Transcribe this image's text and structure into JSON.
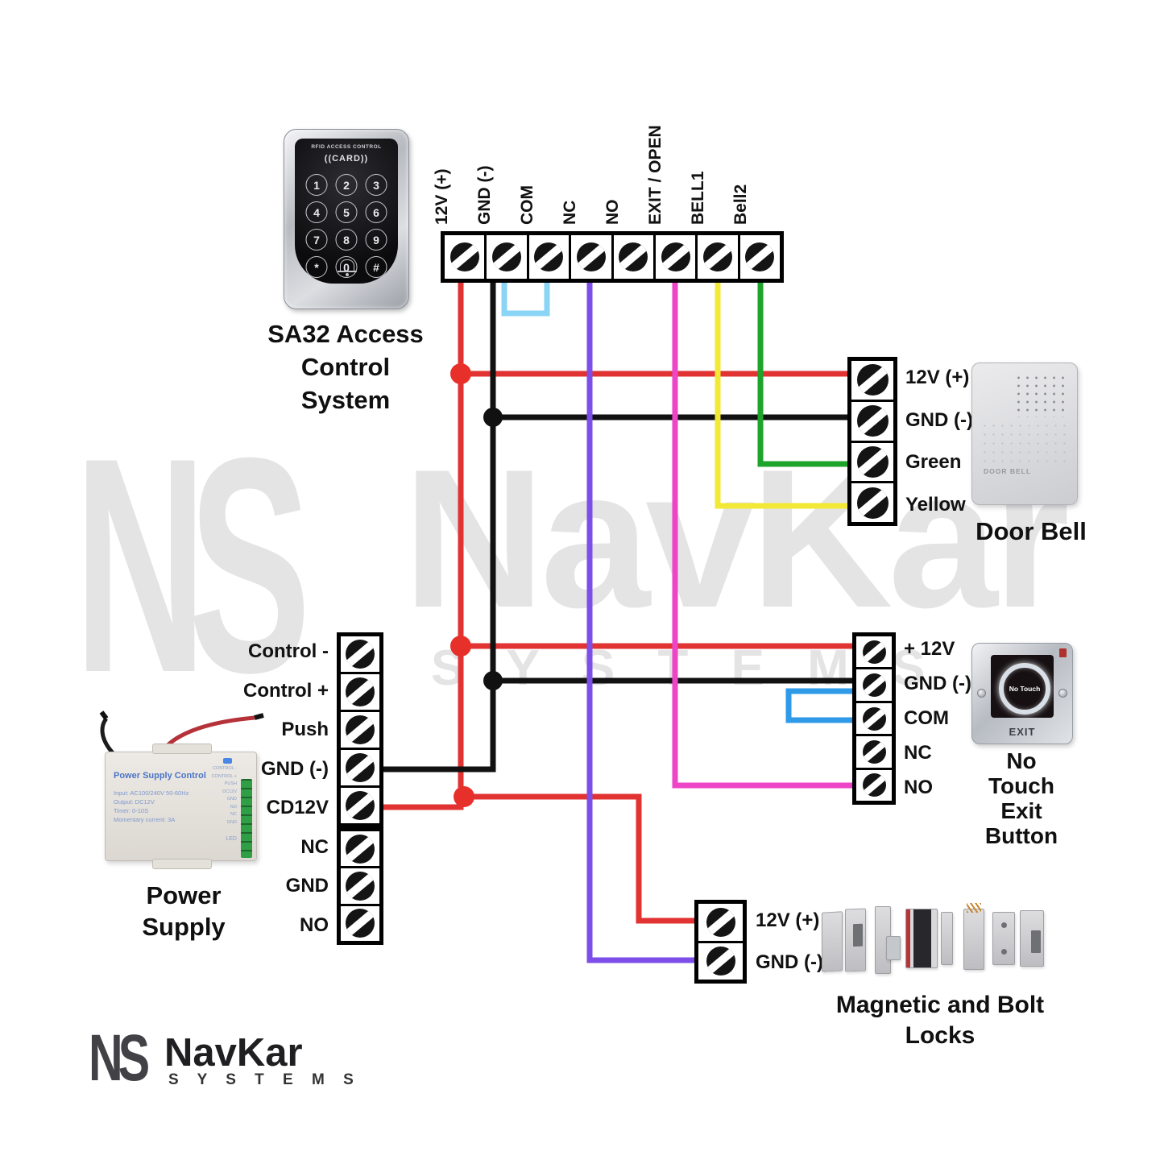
{
  "watermark": {
    "monogram": "NS",
    "brand": "NavKar",
    "sub": "S Y S T E M S"
  },
  "footer_logo": {
    "monogram": "NS",
    "brand": "NavKar",
    "sub": "S Y S T E M S"
  },
  "colors": {
    "red": "#e23333",
    "black": "#111111",
    "purple": "#7d4ee8",
    "magenta": "#ee44c8",
    "yellow": "#f2e936",
    "green": "#1ea32b",
    "light_blue": "#8ad4f5",
    "blue": "#2e9ae8",
    "junction_red": "#e8302a"
  },
  "controller": {
    "strip_labels": [
      "12V (+)",
      "GND (-)",
      "COM",
      "NC",
      "NO",
      "EXIT / OPEN",
      "BELL1",
      "Bell2"
    ],
    "label_lines": [
      "SA32 Access",
      "Control",
      "System"
    ],
    "device": {
      "header": "RFID ACCESS CONTROL",
      "card": "((CARD))",
      "keys": [
        "1",
        "2",
        "3",
        "4",
        "5",
        "6",
        "7",
        "8",
        "9",
        "*",
        "0",
        "#"
      ]
    }
  },
  "door_bell": {
    "terminals": [
      "12V (+)",
      "GND (-)",
      "Green",
      "Yellow"
    ],
    "device_text": "DOOR BELL",
    "label": "Door Bell"
  },
  "exit_button": {
    "terminals": [
      "+ 12V",
      "GND (-)",
      "COM",
      "NC",
      "NO"
    ],
    "device": {
      "button": "No Touch",
      "caption": "EXIT"
    },
    "label_lines": [
      "No",
      "Touch",
      "Exit",
      "Button"
    ]
  },
  "power_supply": {
    "terminals": [
      "Control -",
      "Control +",
      "Push",
      "GND (-)",
      "CD12V",
      "NC",
      "GND",
      "NO"
    ],
    "device": {
      "title": "Power Supply Control",
      "specs": [
        "Input: AC100/240V 50-60Hz",
        "Output: DC12V",
        "Timer: 0-10S",
        "Momentary current: 3A"
      ],
      "pins": [
        "CONTROL -",
        "CONTROL +",
        "PUSH",
        "DC12V",
        "GND",
        "NO",
        "NC",
        "GND"
      ],
      "led": "LED"
    },
    "label_lines": [
      "Power",
      "Supply"
    ]
  },
  "locks": {
    "terminals": [
      "12V (+)",
      "GND (-)"
    ],
    "label_lines": [
      "Magnetic and Bolt",
      "Locks"
    ]
  }
}
